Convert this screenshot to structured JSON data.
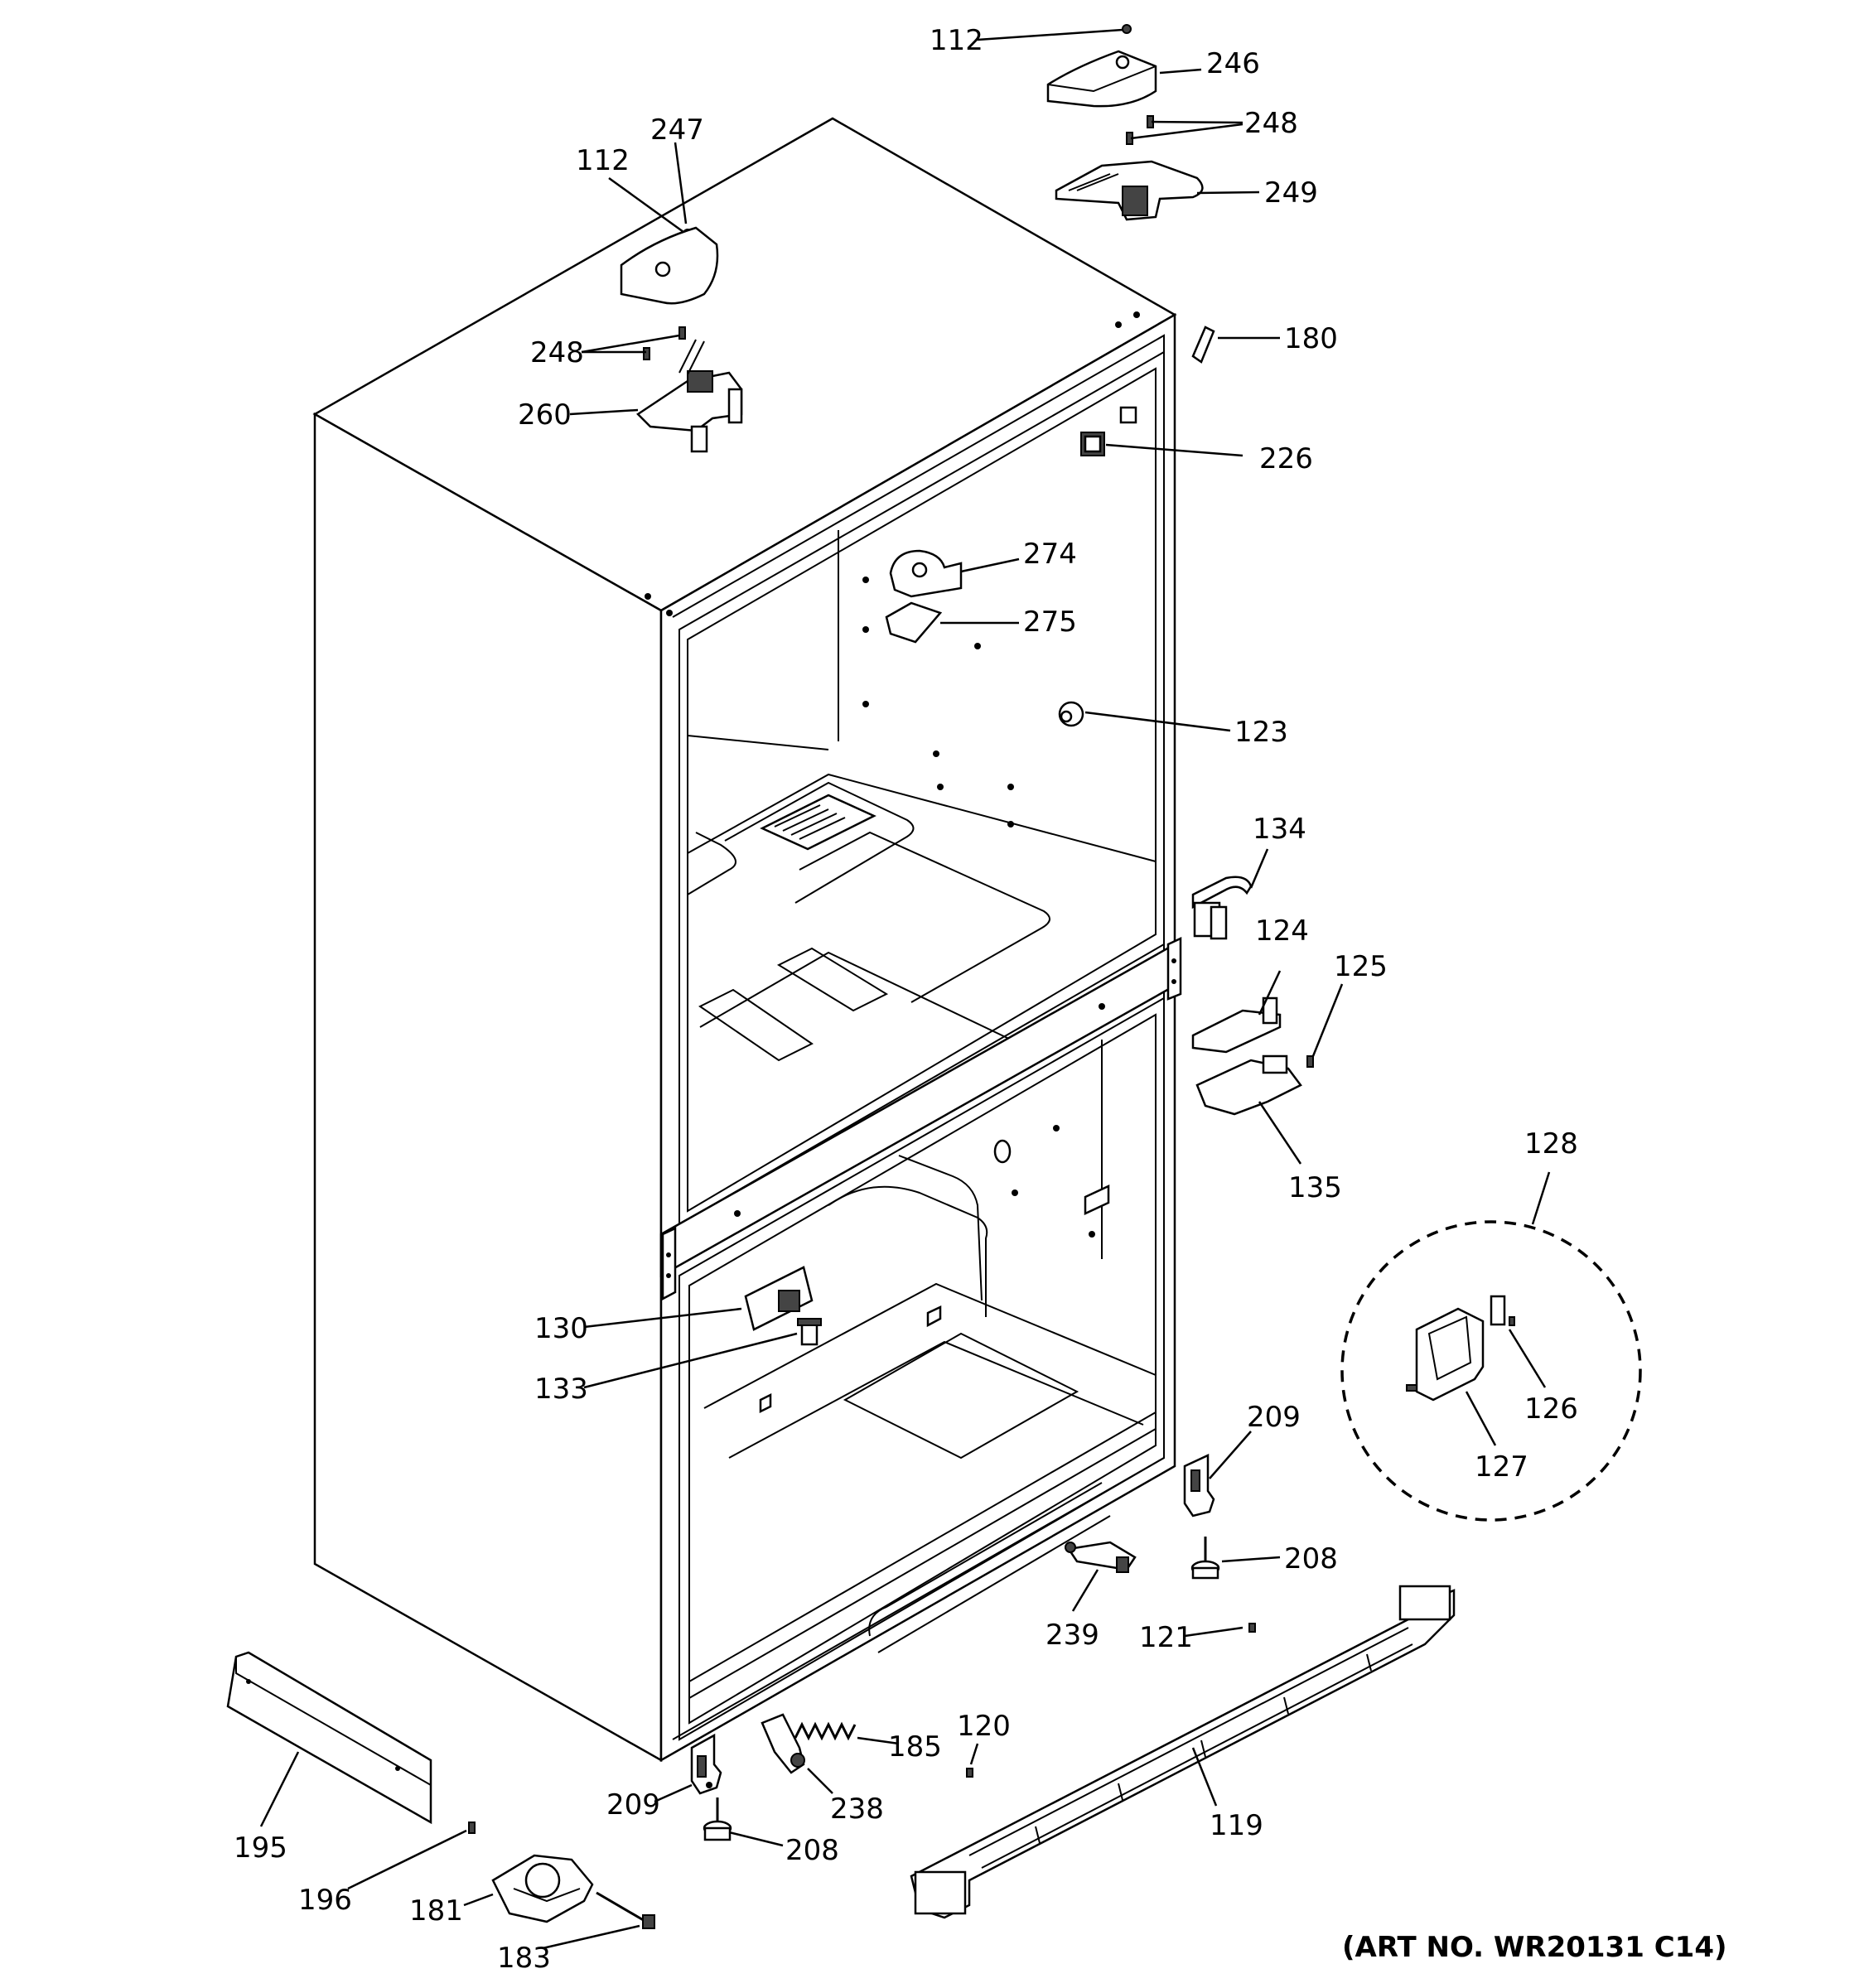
{
  "art_number": "(ART NO. WR20131 C14)",
  "callouts": [
    {
      "id": "c112a",
      "label": "112"
    },
    {
      "id": "c246",
      "label": "246"
    },
    {
      "id": "c248a",
      "label": "248"
    },
    {
      "id": "c249",
      "label": "249"
    },
    {
      "id": "c112b",
      "label": "112"
    },
    {
      "id": "c247",
      "label": "247"
    },
    {
      "id": "c248b",
      "label": "248"
    },
    {
      "id": "c260",
      "label": "260"
    },
    {
      "id": "c180",
      "label": "180"
    },
    {
      "id": "c226",
      "label": "226"
    },
    {
      "id": "c274",
      "label": "274"
    },
    {
      "id": "c275",
      "label": "275"
    },
    {
      "id": "c123",
      "label": "123"
    },
    {
      "id": "c134",
      "label": "134"
    },
    {
      "id": "c124",
      "label": "124"
    },
    {
      "id": "c125",
      "label": "125"
    },
    {
      "id": "c135",
      "label": "135"
    },
    {
      "id": "c128",
      "label": "128"
    },
    {
      "id": "c126",
      "label": "126"
    },
    {
      "id": "c127",
      "label": "127"
    },
    {
      "id": "c130",
      "label": "130"
    },
    {
      "id": "c133",
      "label": "133"
    },
    {
      "id": "c209a",
      "label": "209"
    },
    {
      "id": "c208a",
      "label": "208"
    },
    {
      "id": "c239",
      "label": "239"
    },
    {
      "id": "c121",
      "label": "121"
    },
    {
      "id": "c120",
      "label": "120"
    },
    {
      "id": "c185",
      "label": "185"
    },
    {
      "id": "c238",
      "label": "238"
    },
    {
      "id": "c209b",
      "label": "209"
    },
    {
      "id": "c208b",
      "label": "208"
    },
    {
      "id": "c119",
      "label": "119"
    },
    {
      "id": "c195",
      "label": "195"
    },
    {
      "id": "c196",
      "label": "196"
    },
    {
      "id": "c181",
      "label": "181"
    },
    {
      "id": "c183",
      "label": "183"
    }
  ]
}
